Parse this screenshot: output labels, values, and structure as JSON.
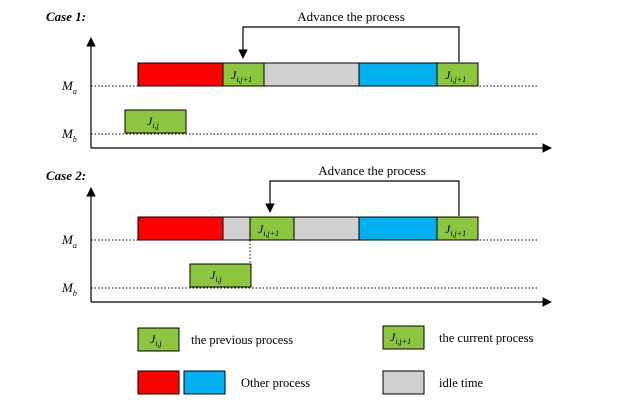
{
  "case1": {
    "title": "Case 1:",
    "arrow_label": "Advance the process"
  },
  "case2": {
    "title": "Case 2:",
    "arrow_label": "Advance the process"
  },
  "machines": {
    "a": "M",
    "a_sub": "a",
    "b": "M",
    "b_sub": "b"
  },
  "jobs": {
    "previous": {
      "main": "J",
      "sub": "i,j"
    },
    "current": {
      "main": "J",
      "sub": "i,j+1"
    }
  },
  "legend": {
    "previous_text": "the previous process",
    "current_text": "the current process",
    "other_text": "Other process",
    "idle_text": "idle time"
  },
  "colors": {
    "red": "#ff0000",
    "blue": "#00b0f0",
    "green": "#8cc63f",
    "grey": "#d0d0d0"
  }
}
